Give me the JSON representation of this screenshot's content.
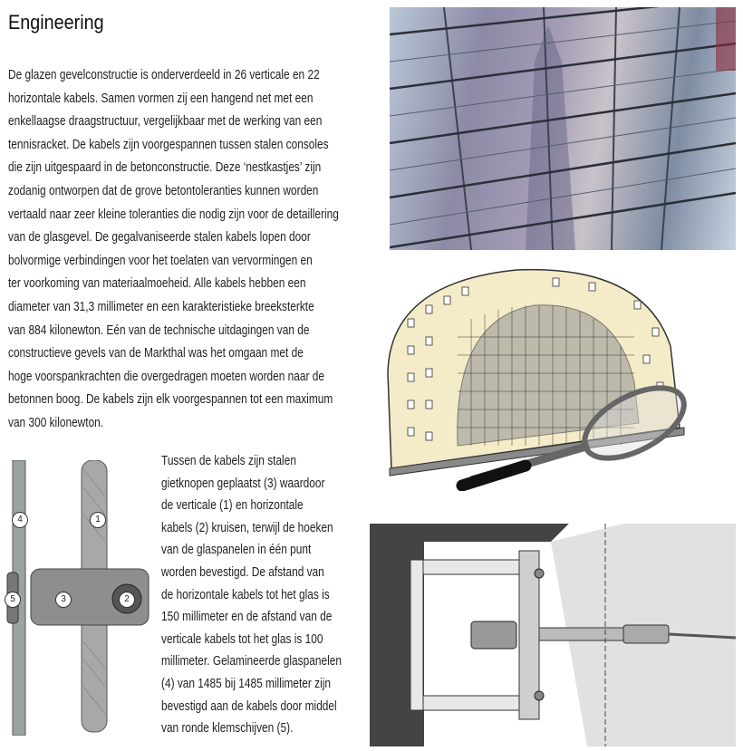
{
  "title": "Engineering",
  "paragraph1": [
    "De glazen gevelconstructie is onderverdeeld in 26 verticale en 22",
    "horizontale kabels. Samen vormen zij een hangend net met een",
    "enkellaagse draagstructuur, vergelijkbaar met de werking van een",
    "tennisracket. De kabels zijn voorgespannen tussen stalen consoles",
    "die zijn uitgespaard in de betonconstructie. Deze ‘nestkastjes’ zijn",
    "zodanig ontworpen dat de grove betontoleranties kunnen worden",
    "vertaald naar zeer kleine toleranties die nodig zijn voor de detaillering",
    "van de glasgevel. De gegalvaniseerde stalen kabels lopen door",
    "bolvormige verbindingen voor het toelaten van vervormingen en",
    "ter voorkoming van materiaalmoeheid. Alle kabels hebben een",
    "diameter van 31,3 millimeter en een karakteristieke breeksterkte",
    "van 884 kilonewton. Eén van de technische uitdagingen van de",
    "constructieve gevels van de Markthal was het omgaan met de",
    "hoge voorspankrachten die overgedragen moeten worden naar de",
    "betonnen boog. De kabels zijn elk voorgespannen tot een maximum",
    "van 300 kilonewton."
  ],
  "paragraph2": [
    "Tussen de kabels zijn stalen",
    "gietknopen geplaatst (3) waardoor",
    "de verticale (1) en horizontale",
    "kabels (2) kruisen, terwijl de hoeken",
    "van de glaspanelen in één punt",
    "worden bevestigd. De afstand van",
    "de horizontale kabels tot het glas is",
    "150 millimeter en de afstand van de",
    "verticale kabels tot het glas is 100",
    "millimeter. Gelamineerde glaspanelen",
    "(4) van 1485 bij 1485 millimeter zijn",
    "bevestigd aan de kabels door middel",
    "van ronde klemschijven (5)."
  ],
  "node_labels": [
    "1",
    "2",
    "3",
    "4",
    "5"
  ]
}
